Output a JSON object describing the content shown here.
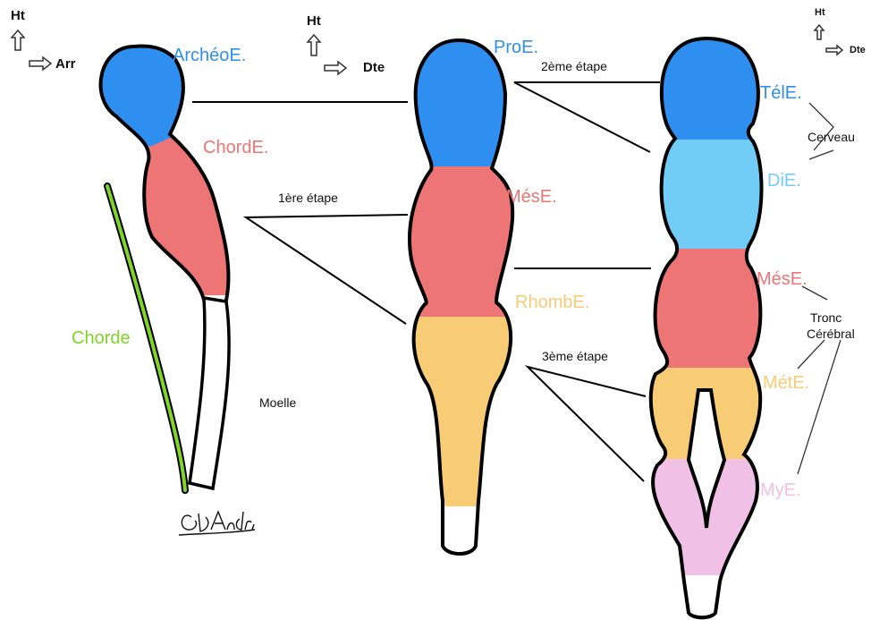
{
  "orientation": {
    "left": {
      "up": "Ht",
      "side": "Arr"
    },
    "middle": {
      "up": "Ht",
      "side": "Dte"
    },
    "right": {
      "up": "Ht",
      "side": "Dte"
    }
  },
  "labels": {
    "archeo": "ArchéoE.",
    "chord": "ChordE.",
    "chorde": "Chorde",
    "moelle": "Moelle",
    "step1": "1ère étape",
    "proe": "ProE.",
    "mese_mid": "MésE.",
    "rhombe": "RhombE.",
    "step2": "2ème étape",
    "step3": "3ème étape",
    "tele": "TélE.",
    "die": "DiE.",
    "cerveau": "Cerveau",
    "mese_right": "MésE.",
    "tronc": "Tronc",
    "cerebral": "Cérébral",
    "mete": "MétE.",
    "mye": "MyE.",
    "signature": "GDAndréa"
  },
  "colors": {
    "blue": "#2e8ff0",
    "red": "#ee7575",
    "light_blue": "#72cdf6",
    "yellow": "#f7cc75",
    "pink": "#f0c0e6",
    "green": "#7fd52a",
    "outline": "#000000",
    "chorde_text": "#7fd52a",
    "moelle_fill": "#ffffff"
  }
}
